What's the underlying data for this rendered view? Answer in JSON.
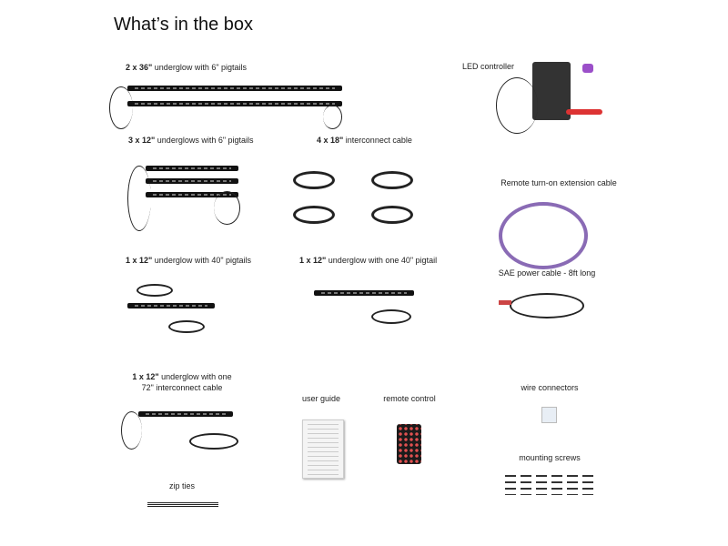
{
  "title": "What’s in the box",
  "items": {
    "strips36": {
      "qty": "2 x 36\"",
      "desc": " underglow with 6\" pigtails"
    },
    "strips12": {
      "qty": "3 x 12\"",
      "desc": " underglows with 6\" pigtails"
    },
    "cable18": {
      "qty": "4 x 18\"",
      "desc": " interconnect cable"
    },
    "strip40": {
      "qty": "1 x 12\"",
      "desc": " underglow with 40\" pigtails"
    },
    "strip40one": {
      "qty": "1 x 12\"",
      "desc": " underglow with one 40\" pigtail"
    },
    "strip72": {
      "qty": "1 x 12\"",
      "desc": " underglow with one",
      "line2": "72\" interconnect cable"
    },
    "guide": "user guide",
    "remote": "remote control",
    "zip": "zip ties",
    "controller": "LED controller",
    "remote_cable": "Remote turn-on extension cable",
    "sae": "SAE power cable - 8ft long",
    "connectors": "wire connectors",
    "screws": "mounting screws"
  }
}
